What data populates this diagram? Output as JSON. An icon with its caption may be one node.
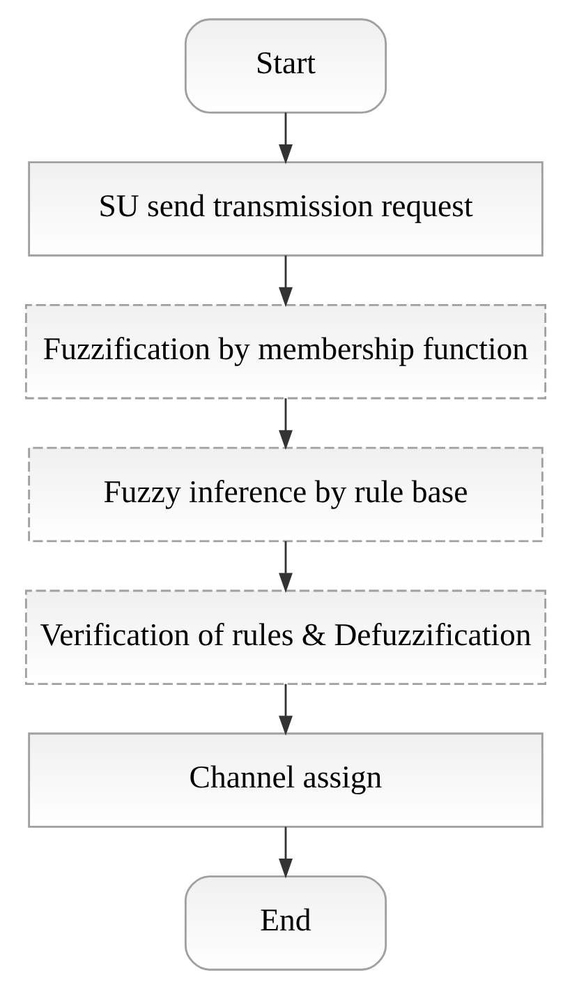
{
  "diagram": {
    "nodes": [
      {
        "text": [
          "Start"
        ]
      },
      {
        "text": [
          "SU send transmission request"
        ]
      },
      {
        "text": [
          "Fuzzification by membership function"
        ]
      },
      {
        "text": [
          "Fuzzy inference by rule base"
        ]
      },
      {
        "text": [
          "Verification of rules & Defuzzification"
        ]
      },
      {
        "text": [
          "Channel assign"
        ]
      },
      {
        "text": [
          "End"
        ]
      }
    ],
    "edges": [
      {
        "from": 0,
        "to": 1,
        "arrow": "to"
      },
      {
        "from": 1,
        "to": 2,
        "arrow": "to"
      },
      {
        "from": 2,
        "to": 3,
        "arrow": "to"
      },
      {
        "from": 3,
        "to": 4,
        "arrow": "to"
      },
      {
        "from": 4,
        "to": 5,
        "arrow": "to"
      },
      {
        "from": 5,
        "to": 6,
        "arrow": "to"
      }
    ]
  }
}
